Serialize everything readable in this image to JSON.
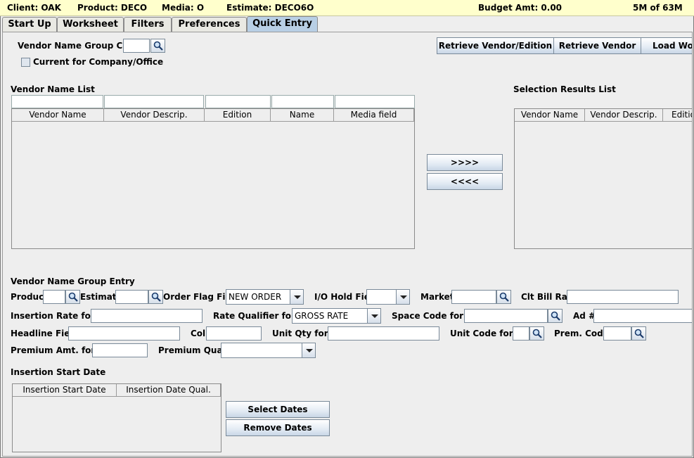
{
  "status": {
    "client": "Client:  OAK",
    "product": "Product:  DECO",
    "media": "Media:  O",
    "estimate": "Estimate:  DECO6O",
    "budget": "Budget Amt: 0.00",
    "memory": "5M of 63M"
  },
  "tabs": [
    "Start Up",
    "Worksheet",
    "Filters",
    "Preferences",
    "Quick Entry"
  ],
  "top": {
    "group_code_label": "Vendor Name Group Code",
    "group_code_value": "",
    "current_label": "Current for Company/Office",
    "retrieve_vendor_edition": "Retrieve Vendor/Edition",
    "retrieve_vendor": "Retrieve Vendor",
    "load_wo": "Load Wo"
  },
  "vendor_list": {
    "title": "Vendor Name List",
    "columns": [
      "Vendor Name",
      "Vendor Descrip.",
      "Edition",
      "Name",
      "Media field"
    ]
  },
  "transfer": {
    "add": ">>>>",
    "remove": "<<<<"
  },
  "results_list": {
    "title": "Selection Results List",
    "columns": [
      "Vendor Name",
      "Vendor Descrip.",
      "Editio"
    ]
  },
  "entry": {
    "title": "Vendor Name Group Entry",
    "product_label": "Product",
    "estimate_label": "Estimate",
    "order_flag_label": "Order Flag Field",
    "order_flag_value": "NEW ORDER",
    "io_hold_label": "I/O Hold Field",
    "io_hold_value": "",
    "market_label": "Market",
    "clt_bill_rate_label": "Clt Bill Rate",
    "insertion_rate_label": "Insertion Rate for O",
    "rate_qualifier_label": "Rate Qualifier for O",
    "rate_qualifier_value": "GROSS RATE",
    "space_code_label": "Space Code for O",
    "ad_label": "Ad #",
    "headline_label": "Headline Field",
    "col_label": "Col",
    "unit_qty_label": "Unit Qty for O",
    "unit_code_label": "Unit Code for O",
    "prem_code_label": "Prem. Code",
    "premium_amt_label": "Premium Amt. for O",
    "premium_qual_label": "Premium Qual.",
    "premium_qual_value": ""
  },
  "dates": {
    "title": "Insertion Start Date",
    "columns": [
      "Insertion Start Date",
      "Insertion Date Qual."
    ],
    "select": "Select Dates",
    "remove": "Remove Dates"
  },
  "icons": {
    "lookup": "magnifier-icon",
    "dropdown": "chevron-down-icon"
  },
  "colors": {
    "status_bg": "#ffffcc",
    "active_tab": "#b8cfe5",
    "panel_bg": "#eeeeee"
  }
}
